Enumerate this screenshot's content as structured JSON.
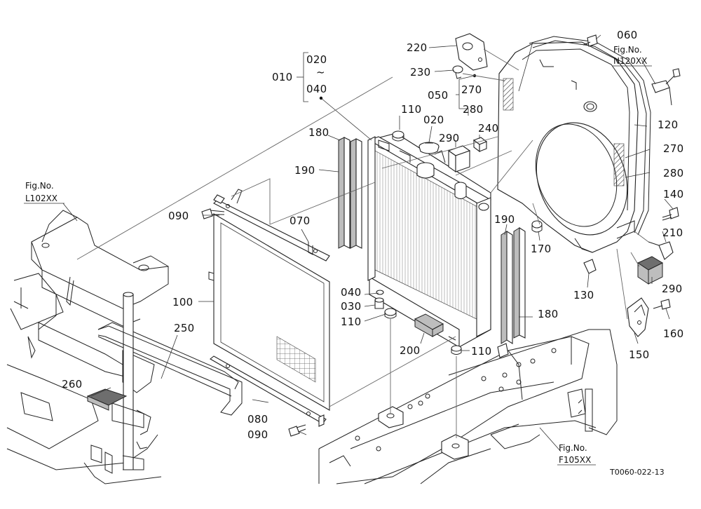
{
  "labels": {
    "p010": "010",
    "p020a": "020",
    "p020b": "020",
    "tilde": "~",
    "p040a": "040",
    "p040b": "040",
    "p030": "030",
    "p050": "050",
    "p060": "060",
    "p070": "070",
    "p080": "080",
    "p090a": "090",
    "p090b": "090",
    "p100": "100",
    "p110a": "110",
    "p110b": "110",
    "p110c": "110",
    "p120": "120",
    "p130": "130",
    "p140": "140",
    "p150": "150",
    "p160": "160",
    "p170": "170",
    "p180a": "180",
    "p180b": "180",
    "p190a": "190",
    "p190b": "190",
    "p200": "200",
    "p210": "210",
    "p220": "220",
    "p230": "230",
    "p240": "240",
    "p250": "250",
    "p260": "260",
    "p270a": "270",
    "p270b": "270",
    "p280a": "280",
    "p280b": "280",
    "p290a": "290",
    "p290b": "290"
  },
  "fig_refs": {
    "n120_title": "Fig.No.",
    "n120_code": "N120XX",
    "l102_title": "Fig.No.",
    "l102_code": "L102XX",
    "f105_title": "Fig.No.",
    "f105_code": "F105XX"
  },
  "drawing_id": "T0060-022-13"
}
